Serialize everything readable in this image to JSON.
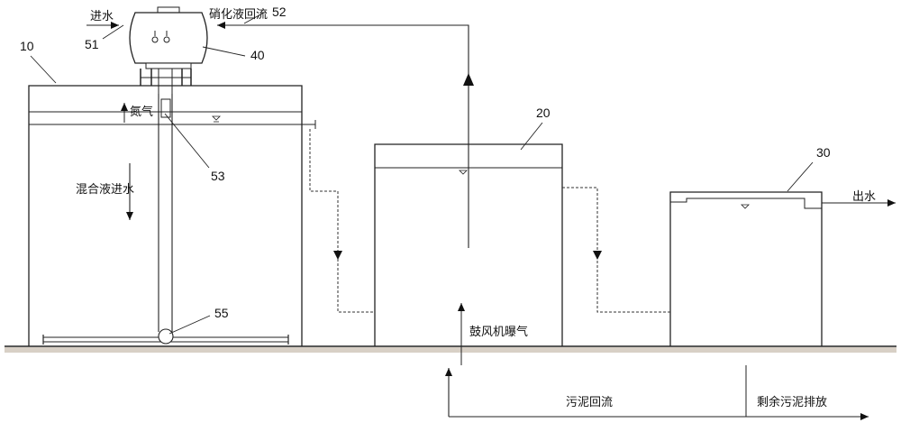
{
  "labels": {
    "inlet_water": "进水",
    "nitrified_return": "硝化液回流",
    "nitrogen_gas": "氮气",
    "mixed_inlet": "混合液进水",
    "blower_aeration": "鼓风机曝气",
    "outlet_water": "出水",
    "sludge_return": "污泥回流",
    "excess_sludge": "剩余污泥排放"
  },
  "refs": {
    "r10": "10",
    "r20": "20",
    "r30": "30",
    "r40": "40",
    "r51": "51",
    "r52": "52",
    "r53": "53",
    "r55": "55"
  }
}
